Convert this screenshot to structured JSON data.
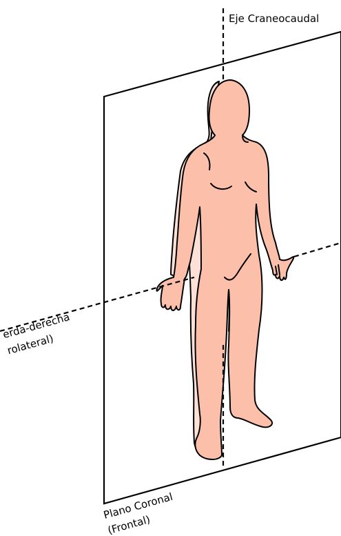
{
  "labels": {
    "cranio_axis": "Eje Craneocaudal",
    "lateral_axis_line1": "erda-derecha",
    "lateral_axis_line2": "rolateral)",
    "plane_line1": "Plano Coronal",
    "plane_line2": "(Frontal)"
  },
  "colors": {
    "skin": "#fcc0aa",
    "skin_highlight": "#fde1d6",
    "outline": "#000000",
    "background": "#ffffff"
  }
}
